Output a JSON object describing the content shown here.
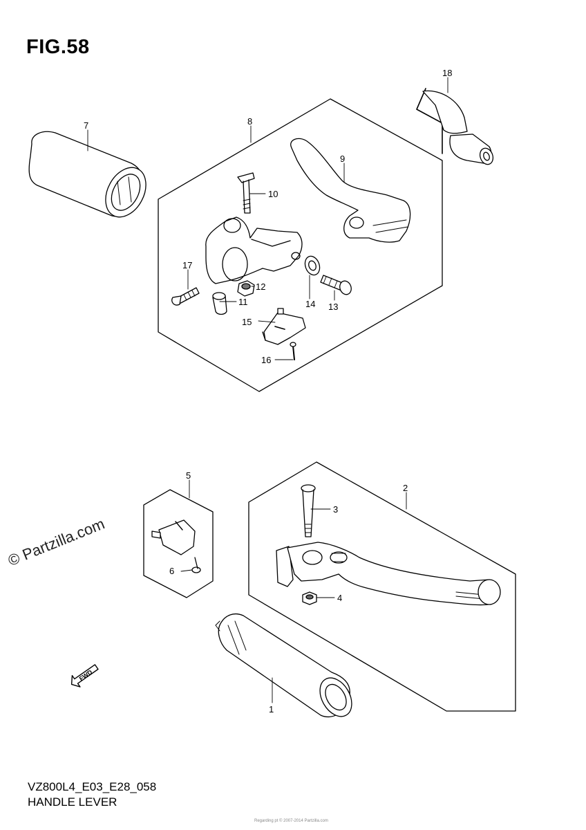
{
  "figure": {
    "title": "FIG.58"
  },
  "callouts": [
    "1",
    "2",
    "3",
    "4",
    "5",
    "6",
    "7",
    "8",
    "9",
    "10",
    "11",
    "12",
    "13",
    "14",
    "15",
    "16",
    "17",
    "18"
  ],
  "fwd_label": "FWD",
  "footer": {
    "code": "VZ800L4_E03_E28_058",
    "name": "HANDLE LEVER"
  },
  "watermark": "© Partzilla.com",
  "fine_print": "Regarding pt © 2007-2014 Partzilla.com"
}
